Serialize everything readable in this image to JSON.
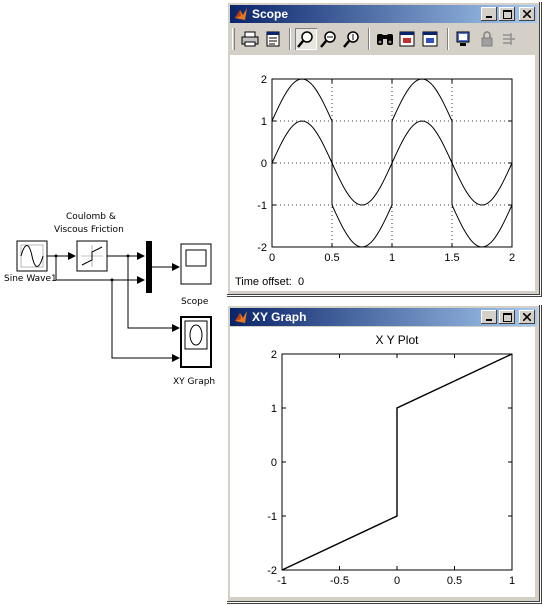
{
  "diagram": {
    "sine_label": "Sine Wave1",
    "friction_label_line1": "Coulomb &",
    "friction_label_line2": "Viscous Friction",
    "scope_label": "Scope",
    "xy_label": "XY Graph"
  },
  "scope_window": {
    "title": "Scope",
    "time_offset_label": "Time offset:",
    "time_offset_value": "0",
    "toolbar": [
      "print-icon",
      "parameters-icon",
      "zoom-icon",
      "zoom-x-icon",
      "zoom-y-icon",
      "autoscale-icon",
      "save-axes-icon",
      "restore-axes-icon",
      "floating-scope-icon",
      "lock-axes-icon",
      "signal-selector-icon"
    ]
  },
  "xy_window": {
    "title": "XY Graph"
  },
  "chart_data": [
    {
      "type": "line",
      "title": "",
      "xlabel": "",
      "ylabel": "",
      "xlim": [
        0,
        2
      ],
      "ylim": [
        -2,
        2
      ],
      "grid": true,
      "x_ticks": [
        "0",
        "0.5",
        "1",
        "1.5",
        "2"
      ],
      "y_ticks": [
        "2",
        "1",
        "0",
        "-1",
        "-2"
      ],
      "series": [
        {
          "x": [
            0,
            0.125,
            0.25,
            0.375,
            0.5,
            0.625,
            0.75,
            0.875,
            1.0,
            1.125,
            1.25,
            1.375,
            1.5,
            1.625,
            1.75,
            1.875,
            2.0
          ],
          "values": [
            0,
            0.71,
            1,
            0.71,
            0,
            -0.71,
            -1,
            -0.71,
            0,
            0.71,
            1,
            0.71,
            0,
            -0.71,
            -1,
            -0.71,
            0
          ]
        },
        {
          "x": [
            0,
            0.125,
            0.25,
            0.375,
            0.5,
            0.5,
            0.625,
            0.75,
            0.875,
            1.0,
            1.0,
            1.125,
            1.25,
            1.375,
            1.5,
            1.5,
            1.625,
            1.75,
            1.875,
            2.0
          ],
          "values": [
            1,
            1.71,
            2,
            1.71,
            1,
            -1,
            -1.71,
            -2,
            -1.71,
            -1,
            1,
            1.71,
            2,
            1.71,
            1,
            -1,
            -1.71,
            -2,
            -1.71,
            -1
          ]
        }
      ]
    },
    {
      "type": "line",
      "title": "X Y Plot",
      "xlabel": "",
      "ylabel": "",
      "xlim": [
        -1,
        1
      ],
      "ylim": [
        -2,
        2
      ],
      "grid": false,
      "x_ticks": [
        "-1",
        "-0.5",
        "0",
        "0.5",
        "1"
      ],
      "y_ticks": [
        "2",
        "1",
        "0",
        "-1",
        "-2"
      ],
      "series": [
        {
          "x": [
            -1,
            0,
            0,
            1
          ],
          "values": [
            -2,
            -1,
            1,
            2
          ]
        }
      ]
    }
  ]
}
